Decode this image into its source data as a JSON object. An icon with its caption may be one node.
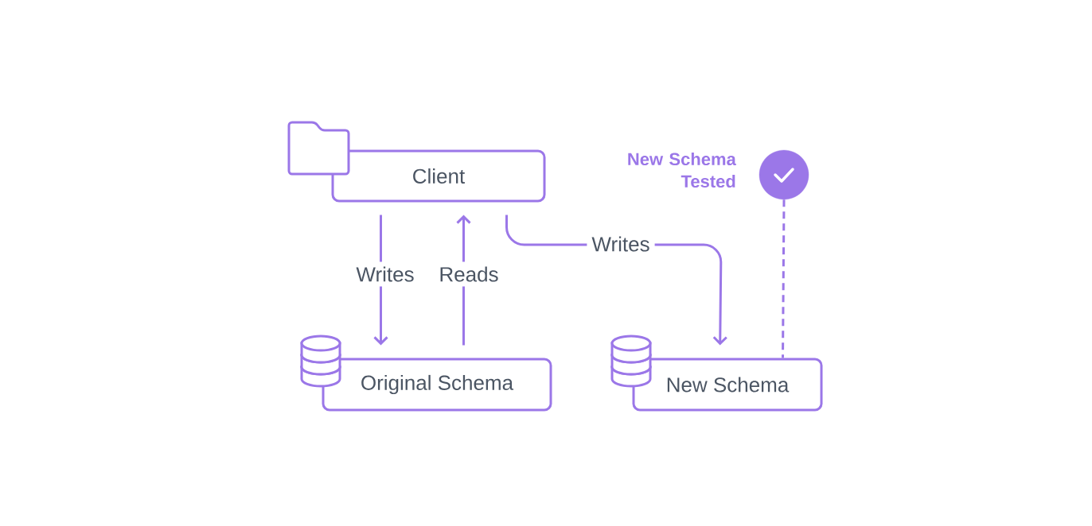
{
  "diagram": {
    "nodes": [
      {
        "text": [
          "Client"
        ]
      },
      {
        "text": [
          "Original Schema"
        ]
      },
      {
        "text": [
          "New Schema"
        ]
      },
      {
        "text": [],
        "shape": "circle",
        "beside": [
          "New Schema Tested"
        ]
      }
    ],
    "edges": [
      {
        "from": 0,
        "to": 1,
        "arrow": "to",
        "label": "Writes"
      },
      {
        "from": 1,
        "to": 0,
        "arrow": "to",
        "label": "Reads"
      },
      {
        "from": 0,
        "to": 2,
        "arrow": "to",
        "label": "Writes"
      },
      {
        "from": 3,
        "to": 2,
        "arrow": "none",
        "style": "dashed"
      }
    ]
  }
}
